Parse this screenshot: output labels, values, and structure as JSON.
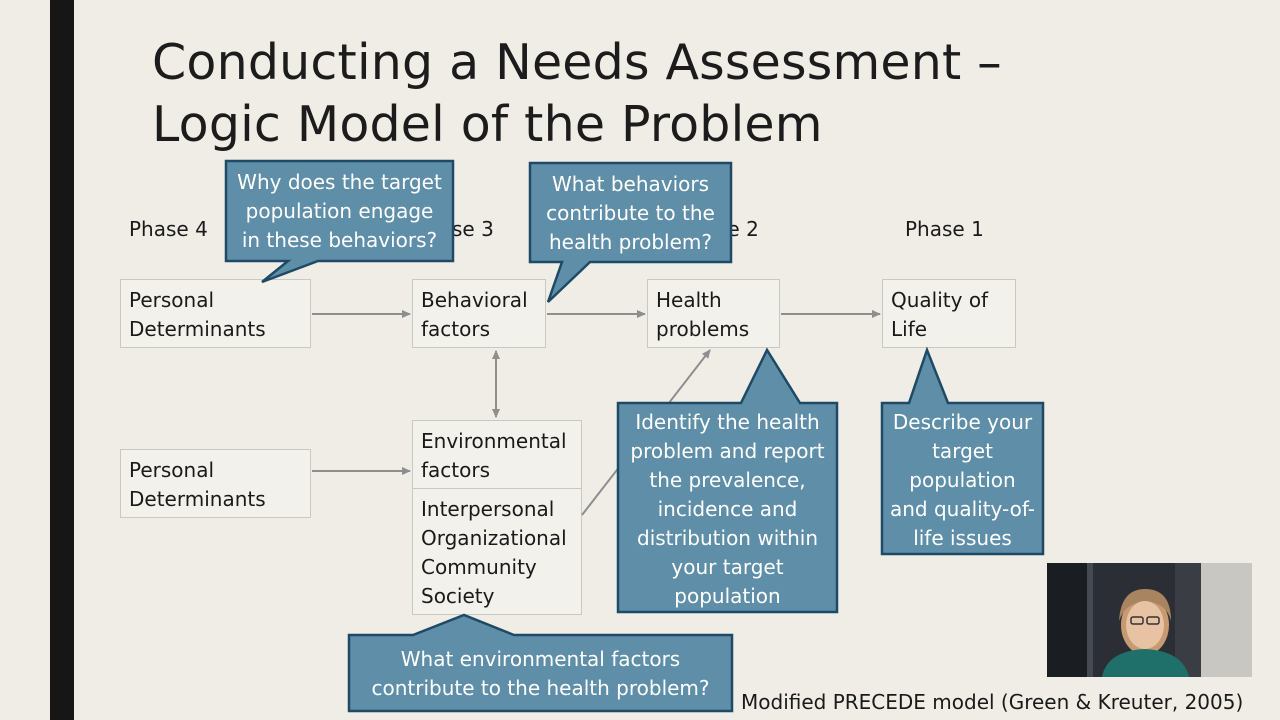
{
  "slide": {
    "title_lines": [
      "Conducting a Needs Assessment –",
      "Logic Model of the Problem"
    ],
    "citation": "Modified PRECEDE model (Green & Kreuter, 2005)"
  },
  "phases": {
    "phase4": "Phase 4",
    "phase3": "Phase 3",
    "phase2": "Phase 2",
    "phase1": "Phase 1"
  },
  "boxes": {
    "personal_top": [
      "Personal",
      "Determinants"
    ],
    "behavioral": [
      "Behavioral",
      "factors"
    ],
    "health": [
      "Health",
      "problems"
    ],
    "quality": [
      "Quality of",
      "Life"
    ],
    "personal_bottom": [
      "Personal",
      "Determinants"
    ],
    "environmental": [
      "Environmental",
      "factors"
    ],
    "levels": [
      "Interpersonal",
      "Organizational",
      "Community",
      "Society"
    ]
  },
  "callouts": {
    "why_behaviors": [
      "Why does the target",
      "population engage",
      "in these behaviors?"
    ],
    "what_behaviors": [
      "What behaviors",
      "contribute to the",
      "health problem?"
    ],
    "identify_problem": [
      "Identify the health",
      "problem and report",
      "the prevalence,",
      "incidence and",
      "distribution within",
      "your target",
      "population"
    ],
    "describe_population": [
      "Describe your",
      "target",
      "population",
      "and quality-of-",
      "life issues"
    ],
    "environmental_factors": [
      "What environmental factors",
      "contribute to the health problem?"
    ]
  },
  "colors": {
    "callout_fill": "#5f8fa8",
    "callout_border": "#1f4a66",
    "arrow": "#8e8e8e",
    "accent_bar": "#161616"
  },
  "icons": {
    "webcam": "presenter-webcam"
  }
}
